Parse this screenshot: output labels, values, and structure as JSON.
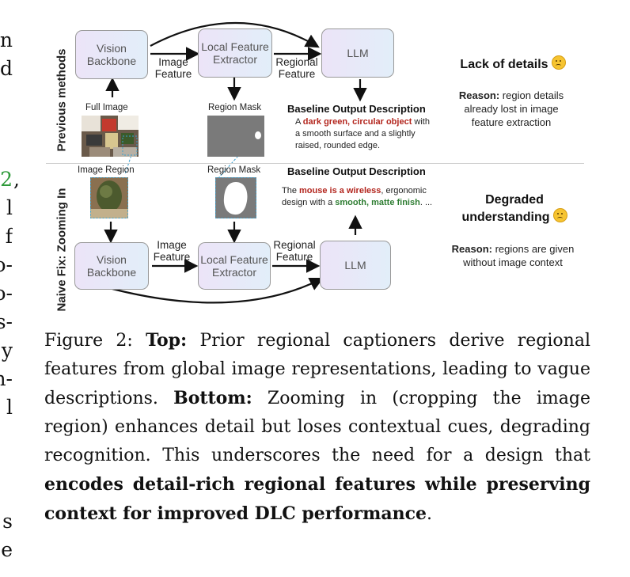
{
  "left_fragments": [
    "n",
    "d",
    "2",
    ",",
    "l",
    "f",
    "o-",
    "o-",
    "s-",
    "y",
    "n-",
    "l",
    "s",
    "e"
  ],
  "figure": {
    "top_row_label": "Previous methods",
    "bottom_row_label": "Naive Fix: Zooming In",
    "top": {
      "vision_backbone": "Vision Backbone",
      "local_feature_extractor": "Local Feature Extractor",
      "llm": "LLM",
      "image_feature": "Image Feature",
      "regional_feature": "Regional Feature",
      "full_image_label": "Full Image",
      "region_mask_label": "Region Mask",
      "output_heading": "Baseline Output Description",
      "output_pre": "A ",
      "output_highlight": "dark green, circular object",
      "output_post": " with a smooth surface and a slightly raised, rounded edge.",
      "result_title": "Lack of details",
      "reason_label": "Reason:",
      "reason_text": " region details already lost in image feature extraction"
    },
    "bottom": {
      "image_region_label": "Image Region",
      "region_mask_label": "Region Mask",
      "output_heading": "Baseline Output Description",
      "output_pre": "The ",
      "output_highlight1": "mouse is a wireless",
      "output_mid": ", ergonomic design with a ",
      "output_highlight2": "smooth, matte finish",
      "output_post": ". ...",
      "vision_backbone": "Vision Backbone",
      "local_feature_extractor": "Local Feature Extractor",
      "llm": "LLM",
      "image_feature": "Image Feature",
      "regional_feature": "Regional Feature",
      "result_title": "Degraded understanding",
      "reason_label": "Reason:",
      "reason_text": " regions are given without image context"
    }
  },
  "caption": {
    "prefix": "Figure 2: ",
    "top_label": "Top:",
    "top_text": " Prior regional captioners derive regional features from global image representations, leading to vague descriptions. ",
    "bottom_label": "Bottom:",
    "bottom_text": " Zooming in (cropping the image region) enhances detail but loses contextual cues, degrading recognition. This underscores the need for a design that ",
    "emphasis": "encodes detail-rich regional features while preserving context for improved DLC performance",
    "end": "."
  },
  "colors": {
    "box_gradient_start": "#ece4f8",
    "box_gradient_end": "#e2eef9",
    "highlight_red": "#b3261e",
    "highlight_green": "#2e7d32",
    "citation_green": "#2e9a3a"
  }
}
